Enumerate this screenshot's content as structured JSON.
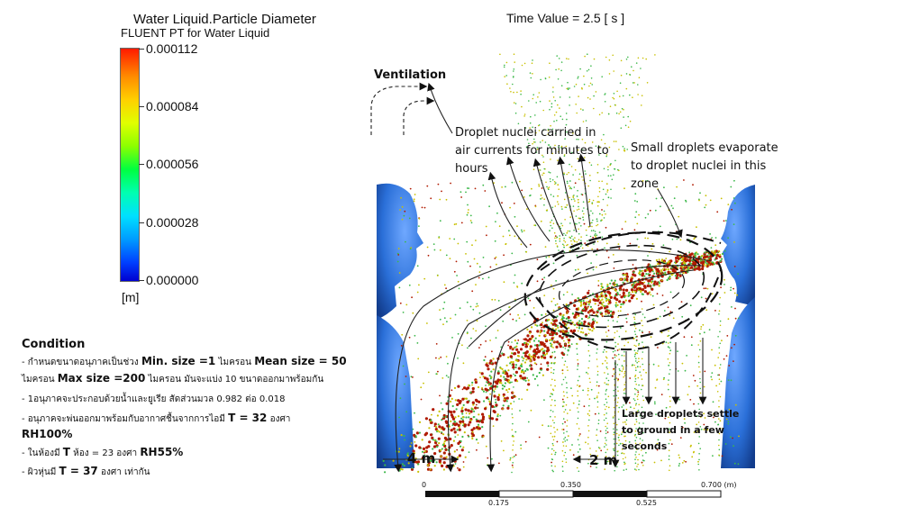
{
  "legend": {
    "title": "Water Liquid.Particle Diameter",
    "subtitle": "FLUENT PT for Water Liquid",
    "ticks": [
      "0.000112",
      "0.000084",
      "0.000056",
      "0.000028",
      "0.000000"
    ],
    "unit": "[m]"
  },
  "time_label": "Time Value = 2.5 [ s ]",
  "annotations": {
    "ventilation": "Ventilation",
    "nuclei_line1": "Droplet nuclei carried in",
    "nuclei_line2": "air currents for minutes to",
    "nuclei_line3": "hours",
    "evap_line1": "Small droplets evaporate",
    "evap_line2": "to droplet nuclei in this",
    "evap_line3": "zone",
    "large_line1": "Large droplets settle",
    "large_line2": "to ground in a few",
    "large_line3": "seconds",
    "dist_4m": "4 m",
    "dist_2m": "2 m"
  },
  "condition": {
    "heading": "Condition",
    "l1a": "- กำหนดขนาดอนุภาคเป็นช่วง",
    "l1b": "Min. size =1",
    "l1c": "ไมครอน",
    "l1d": "Mean size = 50",
    "l2a": "ไมครอน",
    "l2b": "Max size =200",
    "l2c": "ไมครอน  มันจะแบ่ง 10 ขนาดออกมาพร้อมกัน",
    "l3": "- 1อนุภาคจะประกอบด้วยน้ำและยูเรีย  สัดส่วนมวล 0.982 ต่อ 0.018",
    "l4a": "- อนุภาคจะพ่นออกมาพร้อมกับอากาศชื้นจากการไอมี",
    "l4b": "T = 32",
    "l4c": "องศา",
    "l5": "RH100%",
    "l6a": "- ในห้องมี",
    "l6b": "T",
    "l6c": "ห้อง = 23 องศา",
    "l6d": "RH55%",
    "l7a": "- ผิวหุ่นมี",
    "l7b": "T = 37",
    "l7c": "องศา  เท่ากัน"
  },
  "scale_bar": {
    "top_labels": [
      "0",
      "0.350",
      "0.700 (m)"
    ],
    "bottom_labels": [
      "0.175",
      "0.525"
    ]
  },
  "colors": {
    "head": "#2a6fd8",
    "droplet_large": "#b01a00",
    "droplet_mid": "#c8c000",
    "droplet_small": "#3cb84a"
  }
}
